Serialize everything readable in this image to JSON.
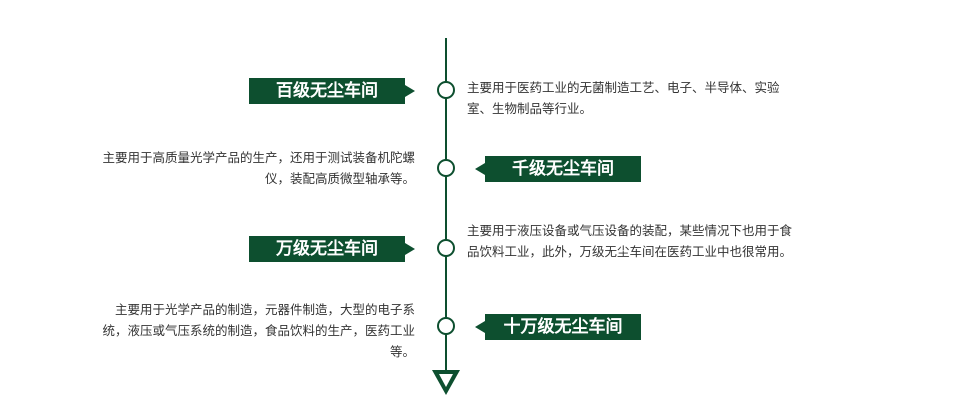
{
  "accent_color": "#0d4f2f",
  "items": [
    {
      "title": "百级无尘车间",
      "desc": "主要用于医药工业的无菌制造工艺、电子、半导体、实验室、生物制品等行业。"
    },
    {
      "title": "千级无尘车间",
      "desc": "主要用于高质量光学产品的生产，还用于测试装备机陀螺仪，装配高质微型轴承等。"
    },
    {
      "title": "万级无尘车间",
      "desc": "主要用于液压设备或气压设备的装配，某些情况下也用于食品饮料工业，此外，万级无尘车间在医药工业中也很常用。"
    },
    {
      "title": "十万级无尘车间",
      "desc": "主要用于光学产品的制造，元器件制造，大型的电子系统，液压或气压系统的制造，食品饮料的生产，医药工业等。"
    }
  ]
}
